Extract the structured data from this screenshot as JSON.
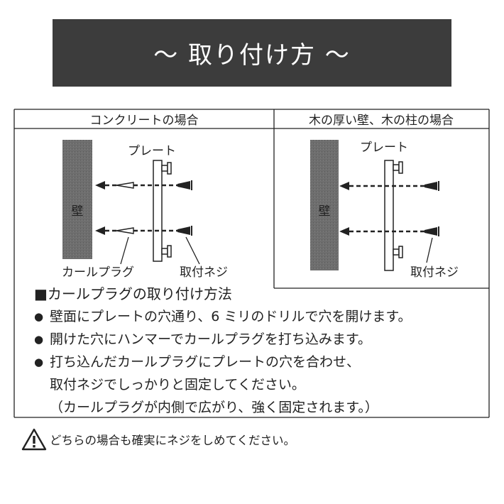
{
  "banner": {
    "title": "〜 取り付け方 〜"
  },
  "concrete": {
    "heading": "コンクリートの場合",
    "wall_label": "壁",
    "plate_label": "プレート",
    "plug_label": "カールプラグ",
    "screw_label": "取付ネジ"
  },
  "wood": {
    "heading": "木の厚い壁、木の柱の場合",
    "wall_label": "壁",
    "plate_label": "プレート",
    "screw_label": "取付ネジ"
  },
  "method": {
    "title": "■カールプラグの取り付け方法",
    "steps": [
      "壁面にプレートの穴通り、6 ミリのドリルで穴を開けます。",
      "開けた穴にハンマーでカールプラグを打ち込みます。",
      "打ち込んだカールプラグにプレートの穴を合わせ、"
    ],
    "step3_cont": "取付ネジでしっかりと固定してください。",
    "note": "（カールプラグが内側で広がり、強く固定されます。）"
  },
  "warning": {
    "text": "どちらの場合も確実にネジをしめてください。"
  },
  "colors": {
    "banner_bg": "#3c3c3c",
    "wall": "#6e6e6e",
    "line": "#222222"
  },
  "icons": {
    "warning": "warning-triangle-icon",
    "bullet": "bullet-dot-icon"
  }
}
